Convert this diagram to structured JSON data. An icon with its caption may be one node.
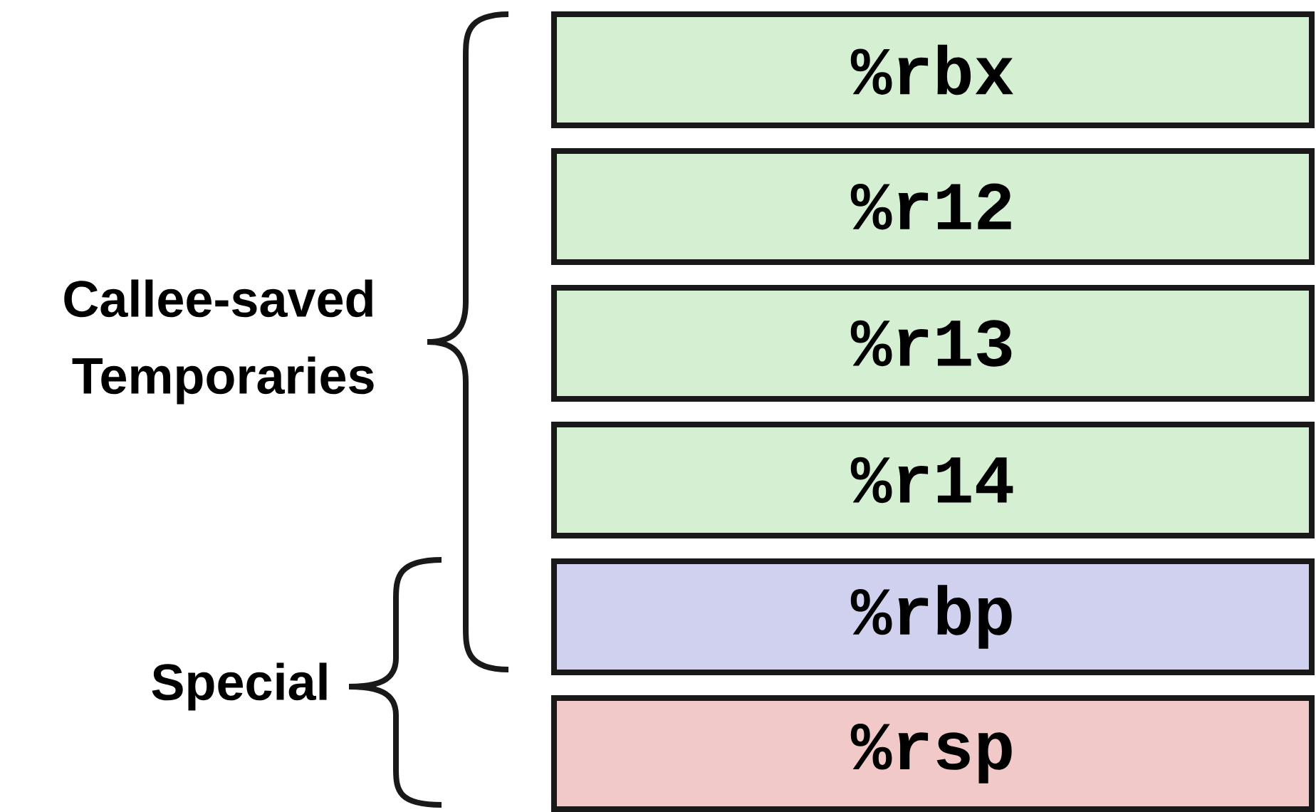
{
  "diagram": {
    "nodes": [
      {
        "text": [
          "%rbx"
        ]
      },
      {
        "text": [
          "%r12"
        ]
      },
      {
        "text": [
          "%r13"
        ]
      },
      {
        "text": [
          "%r14"
        ]
      },
      {
        "text": [
          "%rbp"
        ]
      },
      {
        "text": [
          "%rsp"
        ]
      }
    ],
    "labels": [
      "Callee-saved Temporaries",
      "Special"
    ]
  }
}
